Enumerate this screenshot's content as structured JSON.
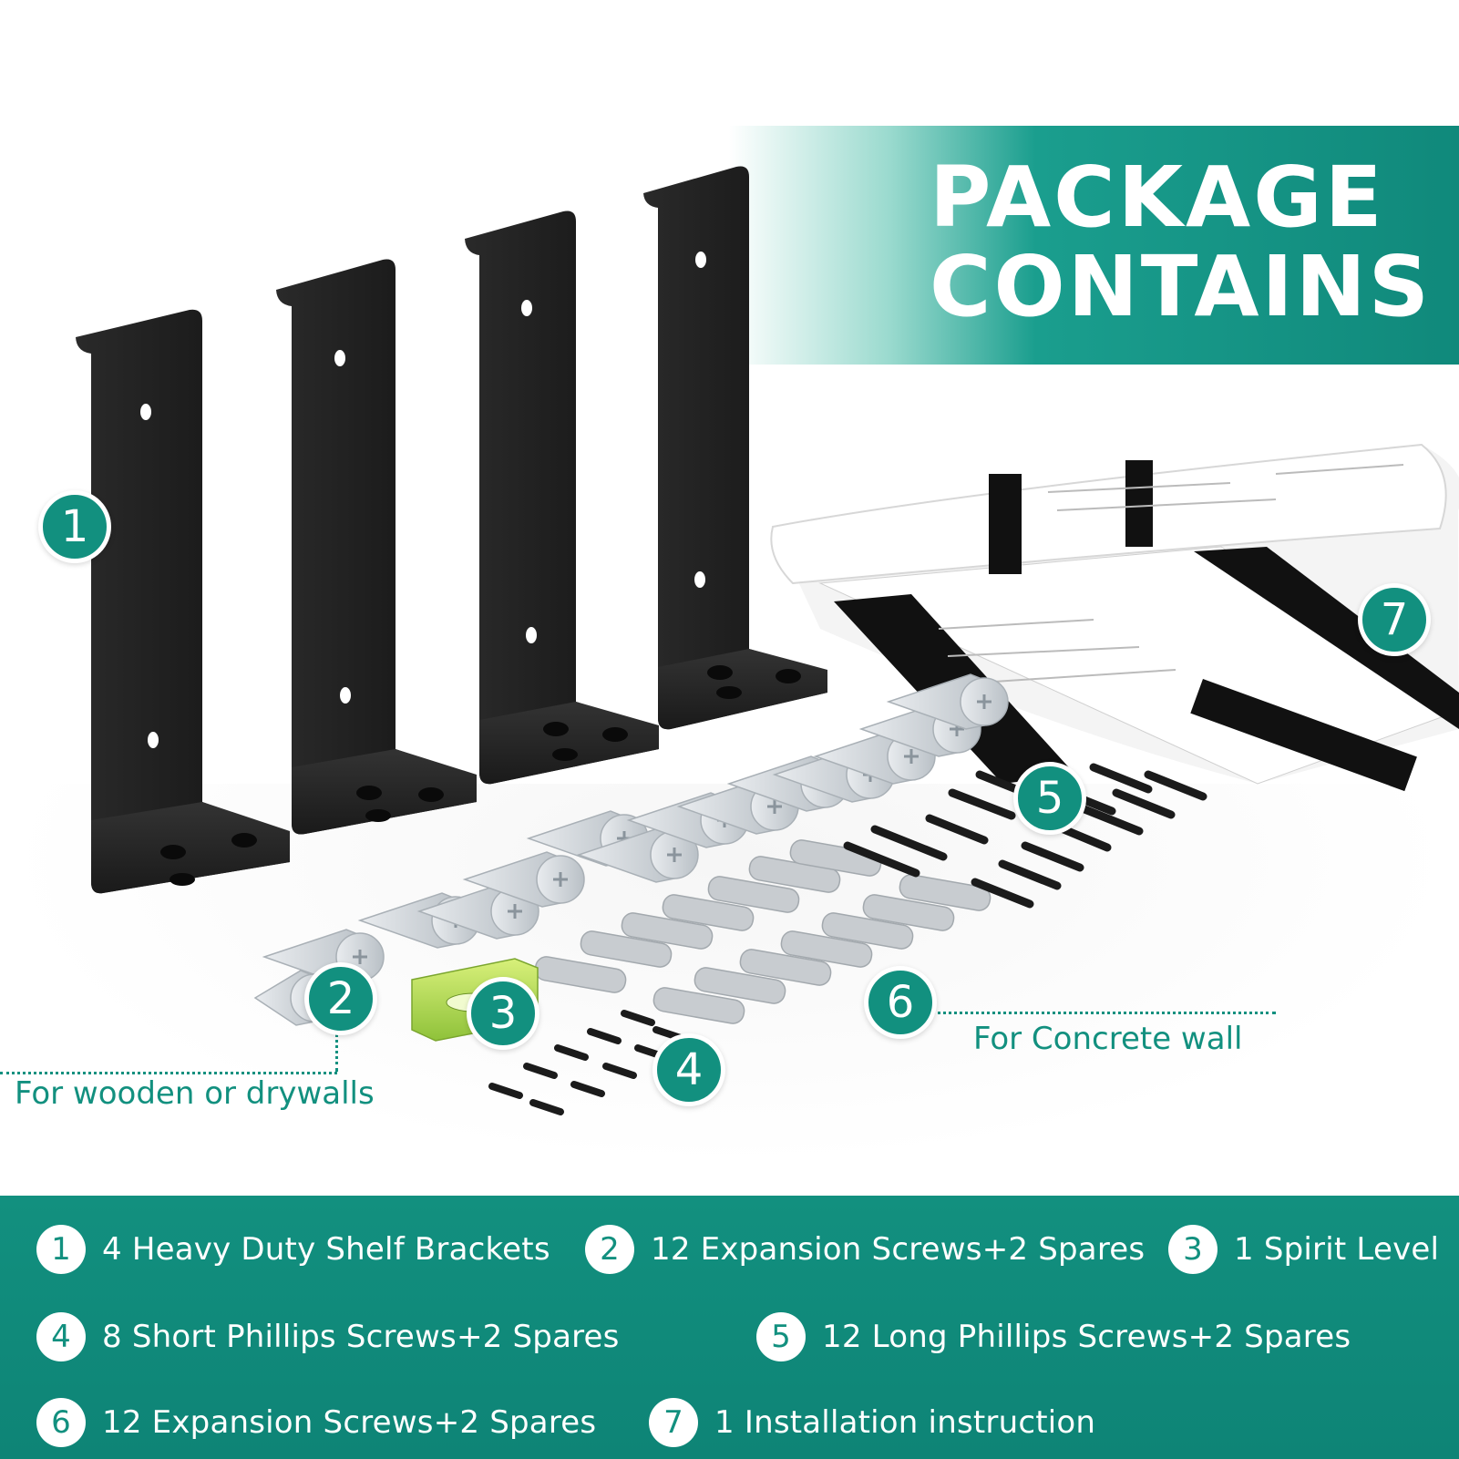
{
  "header": {
    "title": "PACKAGE\nCONTAINS"
  },
  "callouts": {
    "b1": "1",
    "b2": "2",
    "b3": "3",
    "b4": "4",
    "b5": "5",
    "b6": "6",
    "b7": "7",
    "wood_label": "For wooden or drywalls",
    "concrete_label": "For Concrete wall"
  },
  "legend": {
    "items": [
      {
        "num": "1",
        "text": "4 Heavy Duty Shelf Brackets"
      },
      {
        "num": "2",
        "text": "12 Expansion Screws+2 Spares"
      },
      {
        "num": "3",
        "text": "1 Spirit Level"
      },
      {
        "num": "4",
        "text": "8 Short Phillips Screws+2 Spares"
      },
      {
        "num": "5",
        "text": "12 Long Phillips Screws+2 Spares"
      },
      {
        "num": "6",
        "text": "12 Expansion Screws+2 Spares"
      },
      {
        "num": "7",
        "text": "1 Installation instruction"
      }
    ]
  },
  "colors": {
    "brand_teal": "#12907f",
    "bracket_black": "#1c1c1c",
    "white": "#ffffff"
  },
  "icons": [
    "bracket-icon",
    "expansion-screw-icon",
    "spirit-level-icon",
    "short-screw-icon",
    "long-screw-icon",
    "wall-anchor-icon",
    "manual-icon"
  ]
}
